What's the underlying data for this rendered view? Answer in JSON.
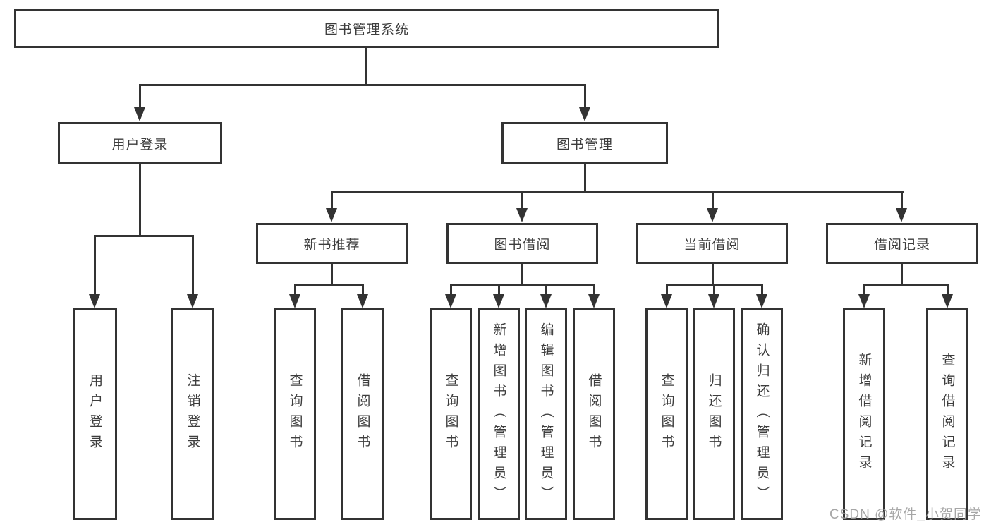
{
  "diagram": {
    "root": {
      "label": "图书管理系统"
    },
    "user_login": {
      "label": "用户登录",
      "children": [
        {
          "label": "用户登录"
        },
        {
          "label": "注销登录"
        }
      ]
    },
    "book_mgmt": {
      "label": "图书管理",
      "sections": {
        "new_recommend": {
          "label": "新书推荐",
          "children": [
            {
              "label": "查询图书"
            },
            {
              "label": "借阅图书"
            }
          ]
        },
        "book_borrow": {
          "label": "图书借阅",
          "children": [
            {
              "label": "查询图书"
            },
            {
              "label": "新增图书（管理员）"
            },
            {
              "label": "编辑图书（管理员）"
            },
            {
              "label": "借阅图书"
            }
          ]
        },
        "current_borrow": {
          "label": "当前借阅",
          "children": [
            {
              "label": "查询图书"
            },
            {
              "label": "归还图书"
            },
            {
              "label": "确认归还（管理员）"
            }
          ]
        },
        "borrow_records": {
          "label": "借阅记录",
          "children": [
            {
              "label": "新增借阅记录"
            },
            {
              "label": "查询借阅记录"
            }
          ]
        }
      }
    }
  },
  "watermark": "CSDN @软件_小贺同学",
  "colors": {
    "line": "#333333",
    "text": "#3d3d3d",
    "background": "#ffffff",
    "watermark": "#9d9d9d"
  }
}
